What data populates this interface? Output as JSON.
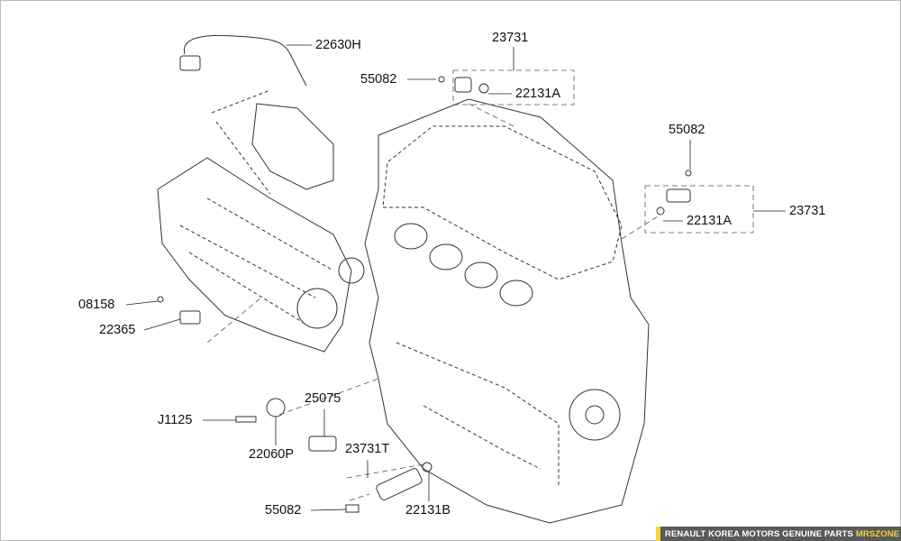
{
  "labels": {
    "p22630H": "22630H",
    "p23731_top": "23731",
    "p55082_top": "55082",
    "p22131A_top": "22131A",
    "p55082_right": "55082",
    "p22131A_right": "22131A",
    "p23731_right": "23731",
    "p08158": "08158",
    "p22365": "22365",
    "pJ1125": "J1125",
    "p25075": "25075",
    "p22060P": "22060P",
    "p23731T": "23731T",
    "p55082_bottom": "55082",
    "p22131B": "22131B"
  },
  "footer": {
    "text": "RENAULT KOREA MOTORS GENUINE PARTS",
    "brand": "MRSZONE",
    "accent_color": "#f2d33a",
    "bg_color": "#5a5a5a"
  }
}
